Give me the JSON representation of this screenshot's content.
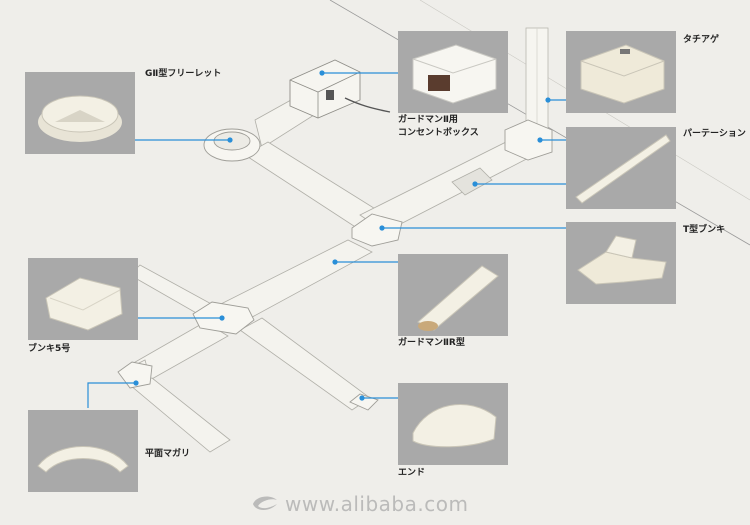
{
  "labels": {
    "g2_freelet": "GⅡ型フリーレット",
    "tachiage": "タチアゲ",
    "consent_box_line1": "ガードマンⅡ用",
    "consent_box_line2": "コンセントボックス",
    "partition": "パーテーション",
    "t_bunki": "T型ブンキ",
    "bunki5": "ブンキ5号",
    "guardman_r": "ガードマンⅡR型",
    "heimen_magari": "平面マガリ",
    "end": "エンド"
  },
  "watermark": "www.alibaba.com",
  "colors": {
    "background": "#efeeea",
    "photo_bg": "#a9a9a9",
    "duct": "#f4f3ee",
    "leader_line": "#2a8fd8"
  },
  "icons": {
    "watermark_logo": "alibaba-logo-icon"
  }
}
